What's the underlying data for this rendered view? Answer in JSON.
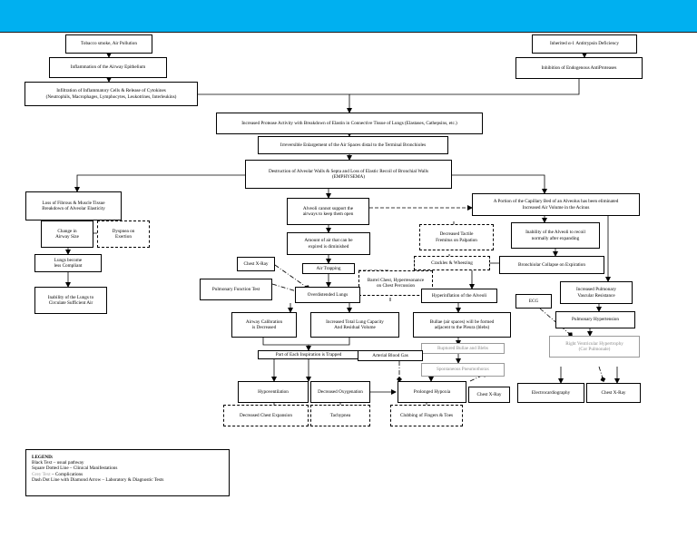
{
  "header": {
    "color": "#00b0f0"
  },
  "nodes": {
    "tobacco": "Tobacco smoke, Air Pollution",
    "a1at_def": "Inherited α-1 Antitrypsin Deficiency",
    "inflammation": "Inflammation of the Airway Epithelium",
    "inhibition": "Inhibition of  Endogenous AntiProteases",
    "infiltration": "Infiltration of Inflammatory Cells & Release of Cytokines\n(Neutrophils, Macrophages, Lymphocytes, Leukotrines, Interleukins)",
    "protease": "Increased Protease Activity with Breakdown of Elastin in Connective Tissue of Lungs (Elastases, Cathepsins, etc.)",
    "enlargement": "Irreversible Enlargement of the Air Spaces distal to the Terminal Bronchioles",
    "destruction": "Destruction of Alveolar Walls & Septa and Loss of Elastic Recoil of Bronchial Walls\n(EMPHYSEMA)",
    "loss_fibrous": "Loss of Fibrous & Muscle Tissue\nBreakdown of Alveolar Elasticity",
    "alveoli_support": "Alveoli cannot support the\nairways to keep them open",
    "capillary": "A Portion of the Capillary Bed of an Alveolus has been eliminated\nIncreased Air Volume in the Acinus",
    "airway_size": "Change in\nAirway Size",
    "dyspnea": "Dyspnea on\nExertion",
    "tactile": "Decreased Tactile\nFremitus on Palpation",
    "inability_recoil": "Inability of the Alveoli to recoil\nnormally after expanding",
    "air_amount": "Amount of air that can be\nexpired is diminished",
    "crackles": "Crackles & Wheezing",
    "bronchiolar": "Bronchiolar Collapse on Expiration",
    "lungs_compliant": "Lungs become\nless Compliant",
    "cxr1": "Chest X-Ray",
    "air_trapping": "Air Trapping",
    "barrel": "Barrel Chest, Hyperresonance\non Chest Percussion",
    "inability_circulate": "Inability of the Lungs to\nCirculate Sufficient Air",
    "pft": "Pulmonary Function Test",
    "overdistended": "Overdistended Lungs",
    "hyperinflation": "Hyperinflation of the Alveoli",
    "ecg": "ECG",
    "pvr": "Increased Pulmonary\nVascular Resistance",
    "airway_calibration": "Airway Calibration\nis Decreased",
    "tlc": "Increased Total Lung Capacity\nAnd Residual Volume",
    "bullae": "Bullae (air spaces) will be formed\nadjacent to the Pleura (blebs)",
    "pulm_htn": "Pulmonary Hypertension",
    "ruptured": "Ruptured Bullae and Blebs",
    "rvh": "Right Ventricular Hypertrophy\n(Cor Pulmonale)",
    "trapped": "Part of Each Inspiration is Trapped",
    "abg": "Arterial Blood Gas",
    "pneumothorax": "Spontaneous Pneumothorax",
    "hypoventilation": "Hypoventilation",
    "decreased_oxy": "Decreased Oxygenation",
    "prolonged_hypoxia": "Prolonged Hypoxia",
    "cxr2": "Chest X-Ray",
    "electrocardiography": "Electrocardiography",
    "cxr3": "Chest X-Ray",
    "chest_expansion": "Decreased Chest Expansion",
    "tachypnea": "Tachypnea",
    "clubbing": "Clubbing of Fingers & Toes"
  },
  "legend": {
    "title": "LEGEND:",
    "line1": "Black Text – usual pathway",
    "line2": "Square Dotted Line – Clinical Manifestations",
    "line3_grey": "Grey Text",
    "line3_rest": " – Complications",
    "line4": "Dash Dot Line with Diamond Arrow – Laboratory & Diagnostic Tests"
  }
}
